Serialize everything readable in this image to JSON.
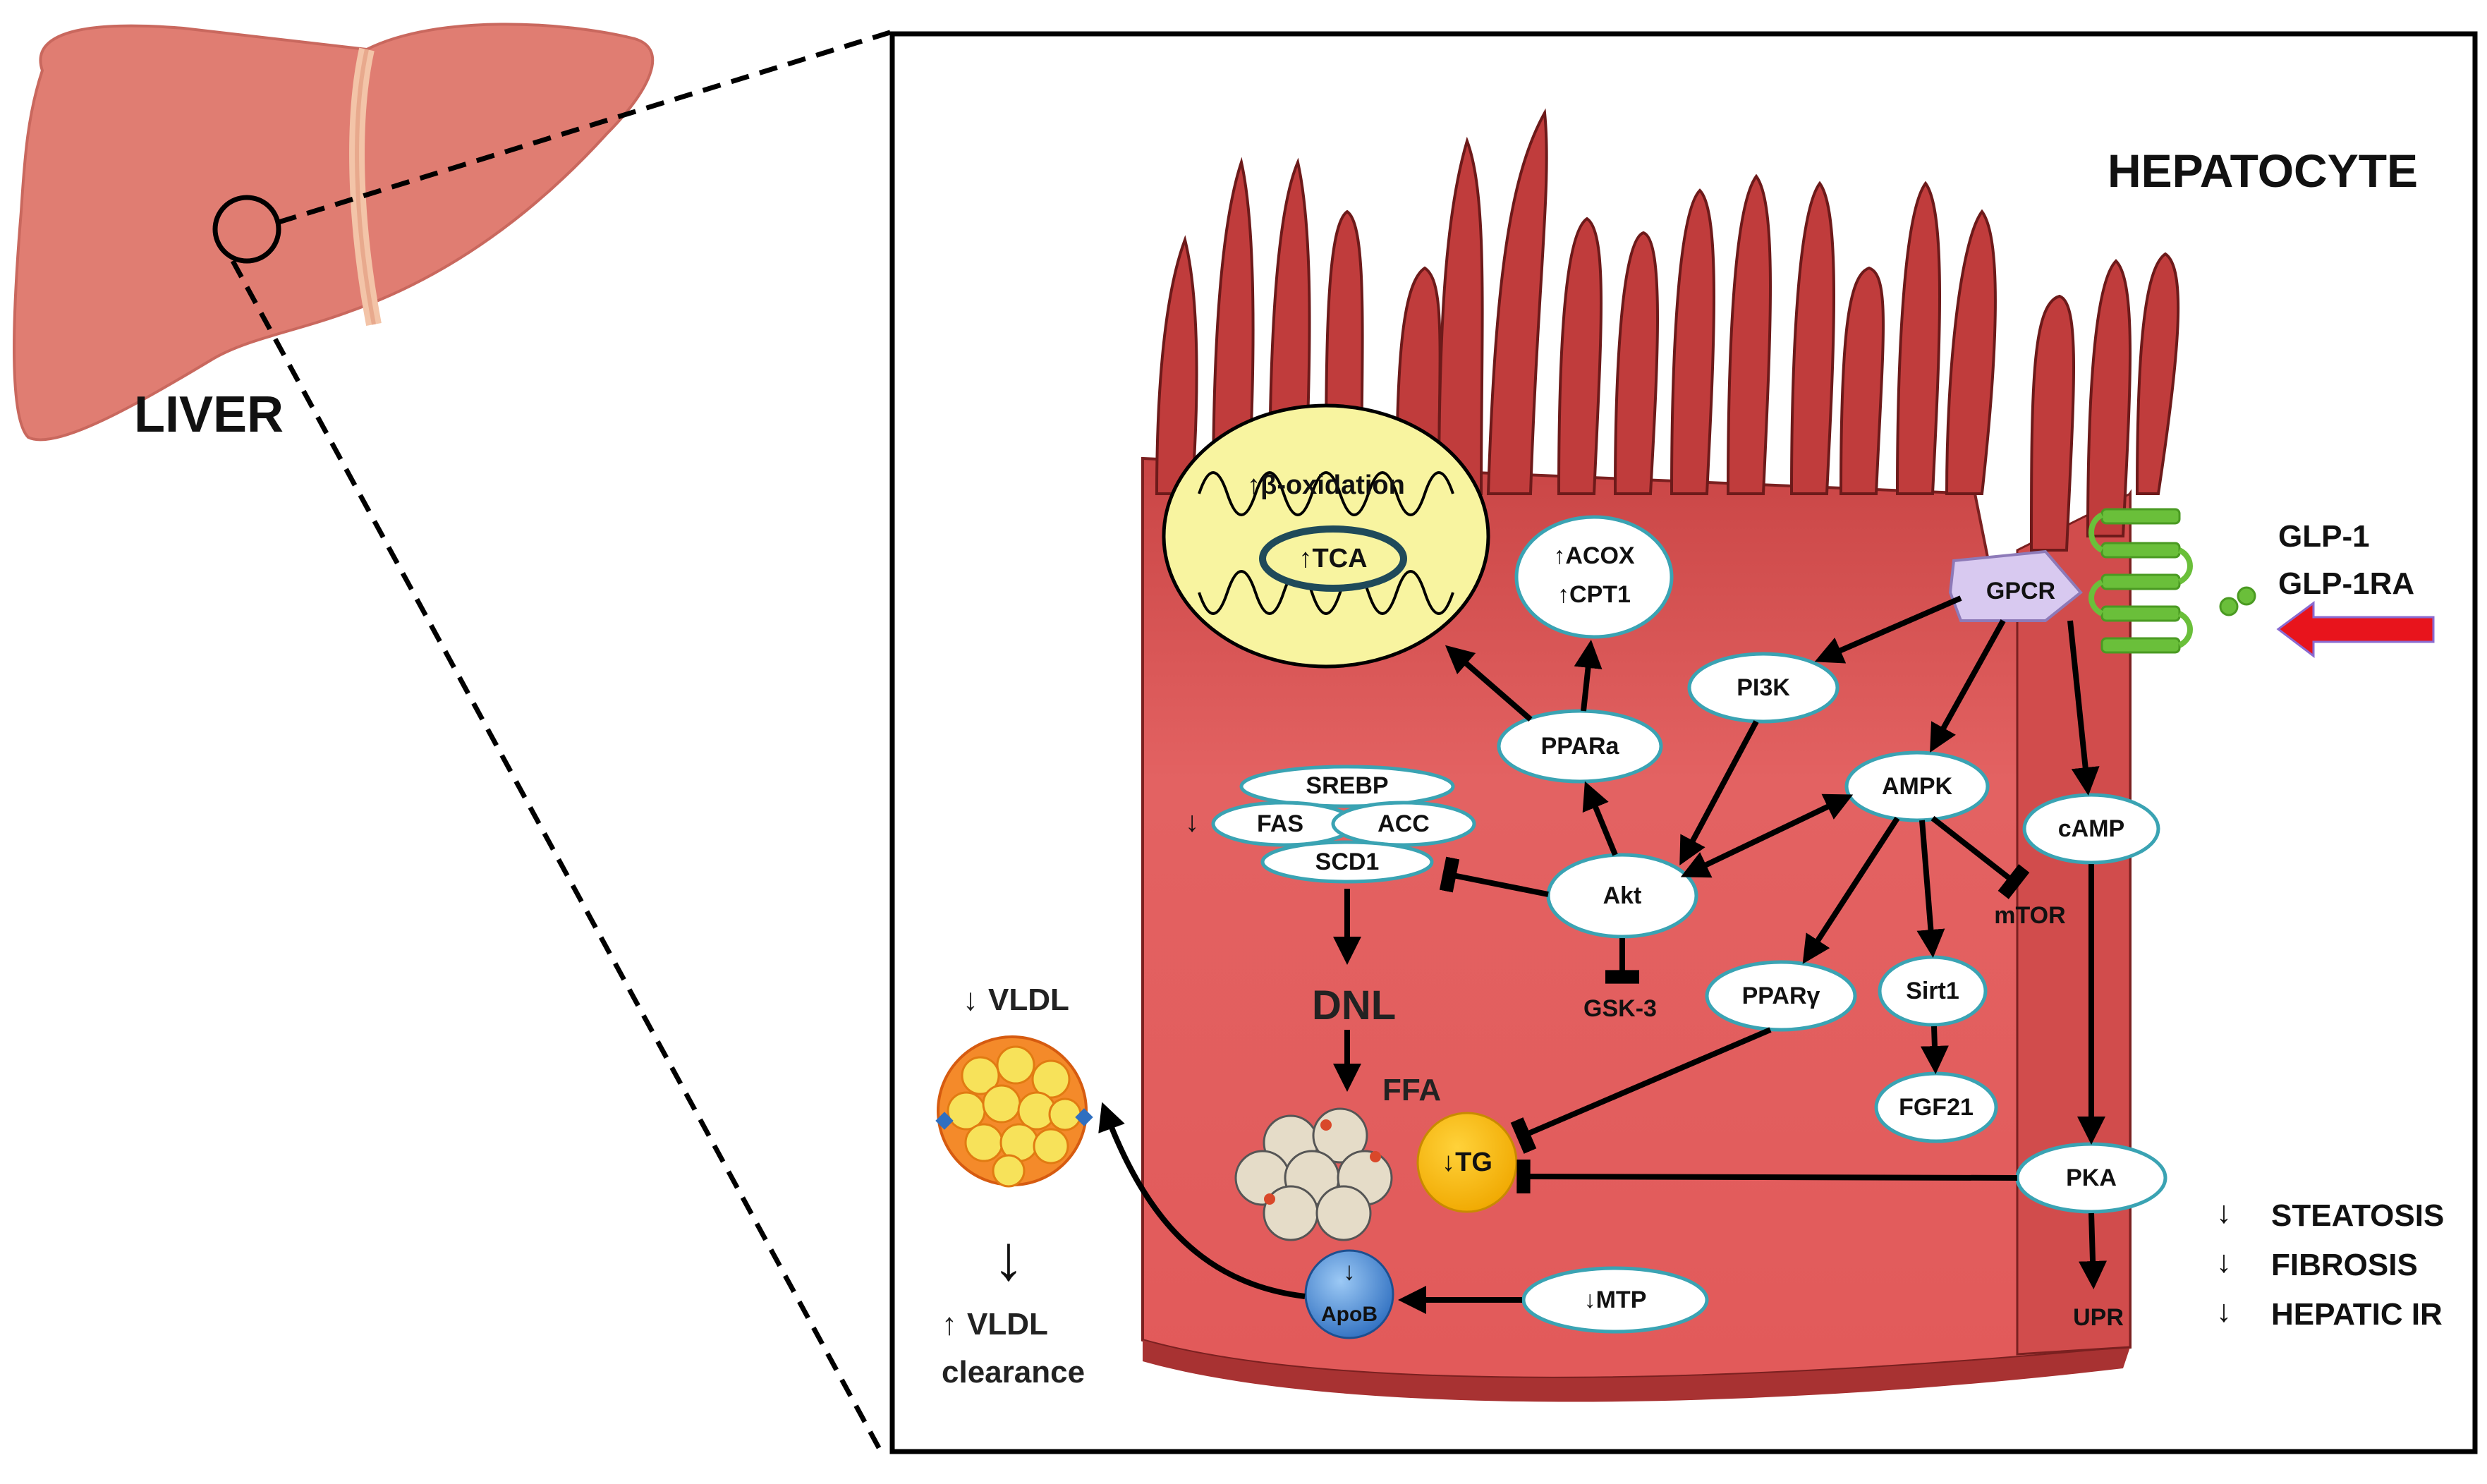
{
  "labels": {
    "liver": "LIVER",
    "hepatocyte": "HEPATOCYTE",
    "beta_oxidation": "β-oxidation",
    "tca": "TCA",
    "acox": "ACOX",
    "cpt1": "CPT1",
    "gpcr": "GPCR",
    "glp1": "GLP-1",
    "glp1ra": "GLP-1RA",
    "pi3k": "PI3K",
    "ppara": "PPARa",
    "srebp": "SREBP",
    "fas": "FAS",
    "acc": "ACC",
    "scd1": "SCD1",
    "ampk": "AMPK",
    "camp": "cAMP",
    "akt": "Akt",
    "mtor": "mTOR",
    "gsk3": "GSK-3",
    "dnl": "DNL",
    "ppary": "PPARγ",
    "sirt1": "Sirt1",
    "vldl_top": "VLDL",
    "ffa": "FFA",
    "fgf21": "FGF21",
    "tg": "TG",
    "pka": "PKA",
    "steatosis": "STEATOSIS",
    "fibrosis": "FIBROSIS",
    "hepatic_ir": "HEPATIC IR",
    "apob": "ApoB",
    "mtp": "MTP",
    "upr": "UPR",
    "vldl_bottom": "VLDL",
    "clearance": "clearance"
  },
  "symbols": {
    "up": "↑",
    "down": "↓"
  },
  "colors": {
    "cell_fill": "#e25a5a",
    "cell_dark": "#b83e3e",
    "liver": "#e07d72",
    "mito_fill": "#f8f4a0",
    "node_stroke": "#3aa3b3",
    "tg_fill": "#f5b800",
    "apob_fill": "#4a90d9",
    "gpcr_fill": "#d8c9f0",
    "receptor": "#6abf3a",
    "red_arrow": "#e8141c"
  }
}
